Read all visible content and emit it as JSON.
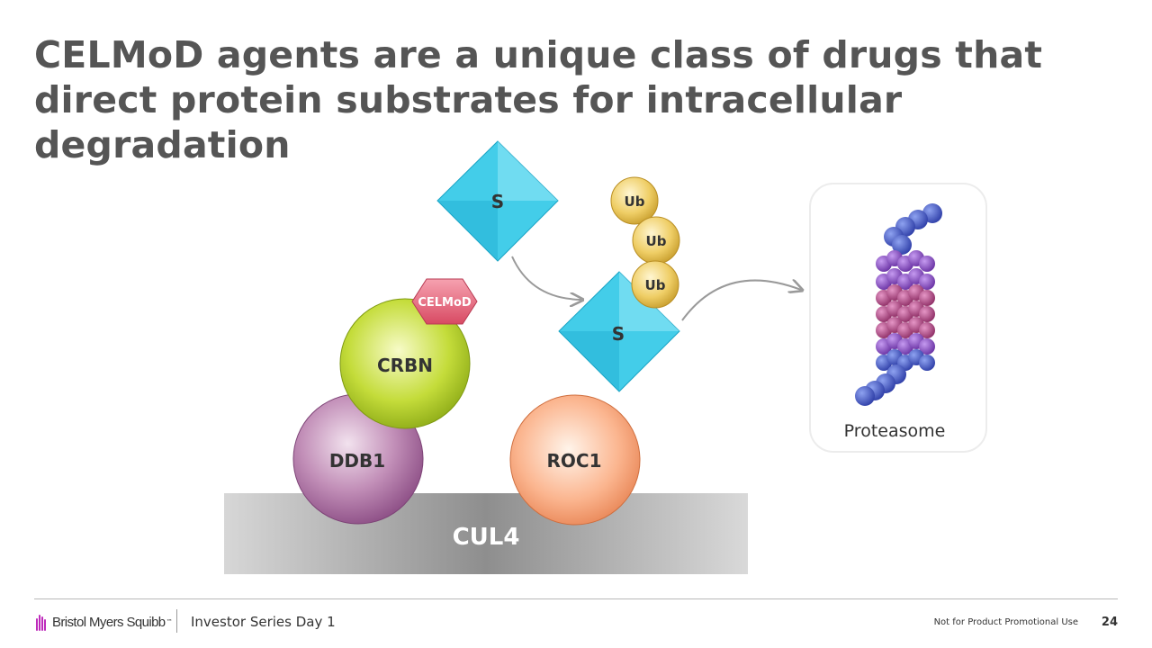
{
  "slide": {
    "title": "CELMoD agents are a unique class of drugs that direct protein substrates for intracellular degradation"
  },
  "diagram": {
    "cul4_label": "CUL4",
    "ddb1_label": "DDB1",
    "roc1_label": "ROC1",
    "crbn_label": "CRBN",
    "celmod_label": "CELMoD",
    "substrate_free_label": "S",
    "substrate_bound_label": "S",
    "ubiquitin_labels": [
      "Ub",
      "Ub",
      "Ub"
    ],
    "proteasome_label": "Proteasome",
    "colors": {
      "cul4": "#9a9a9a",
      "ddb1": "#a8679e",
      "crbn": "#a6c21a",
      "roc1": "#f5936a",
      "celmod": "#e0576f",
      "substrate": "#36c6e4",
      "ubiquitin": "#e8c252",
      "proteasome_blue": "#3f55c8",
      "proteasome_purple": "#8a4cc4",
      "proteasome_magenta": "#b2457e",
      "arrow": "#9a9a9a"
    }
  },
  "footer": {
    "logo_text": "Bristol Myers Squibb",
    "logo_tm": "™",
    "event": "Investor Series Day 1",
    "note": "Not for Product Promotional Use",
    "page_number": "24"
  }
}
